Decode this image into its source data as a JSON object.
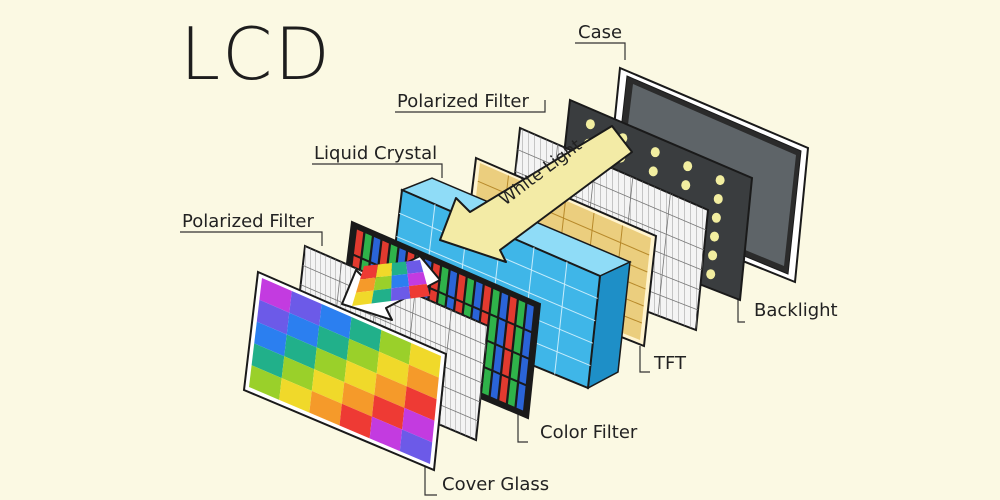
{
  "title": "LCD",
  "labels": {
    "case": "Case",
    "polarized_filter_rear": "Polarized Filter",
    "liquid_crystal": "Liquid Crystal",
    "polarized_filter_front": "Polarized Filter",
    "backlight": "Backlight",
    "tft": "TFT",
    "color_filter": "Color Filter",
    "cover_glass": "Cover Glass"
  },
  "arrow_text": "White Light",
  "colors": {
    "background": "#fbf9e3",
    "outline": "#1a1a1a",
    "case_screen": "#5e6468",
    "backlight_led": "#f2eea0",
    "tft_gold": "#e7c770",
    "liquid_crystal_blue": "#3fb6e8",
    "arrow_fill": "#f3eba6",
    "filter_white": "#f4f4f4"
  },
  "cover_glass_palette": [
    "#c33be0",
    "#6c5ae8",
    "#2b7ff0",
    "#21b08a",
    "#9ad02a",
    "#f0d92a",
    "#f59a2a",
    "#ee3a34"
  ]
}
